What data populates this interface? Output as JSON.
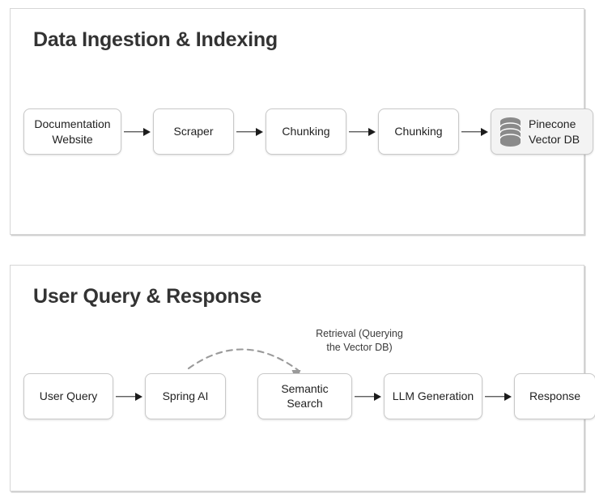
{
  "diagram": {
    "panels": [
      {
        "id": "ingestion",
        "title": "Data Ingestion & Indexing",
        "nodes": [
          {
            "label": "Documentation Website",
            "line1": "Documentation",
            "line2": "Website",
            "icon": null
          },
          {
            "label": "Scraper",
            "line1": "Scraper",
            "line2": "",
            "icon": null
          },
          {
            "label": "Chunking",
            "line1": "Chunking",
            "line2": "",
            "icon": null
          },
          {
            "label": "Chunking",
            "line1": "Chunking",
            "line2": "",
            "icon": null
          },
          {
            "label": "Pinecone Vector DB",
            "line1": "Pinecone",
            "line2": "Vector DB",
            "icon": "database-icon"
          }
        ]
      },
      {
        "id": "query",
        "title": "User Query & Response",
        "nodes": [
          {
            "label": "User Query",
            "line1": "User Query",
            "line2": "",
            "icon": null
          },
          {
            "label": "Spring AI",
            "line1": "Spring AI",
            "line2": "",
            "icon": null
          },
          {
            "label": "Semantic Search",
            "line1": "Semantic Search",
            "line2": "",
            "icon": null
          },
          {
            "label": "LLM Generation",
            "line1": "LLM Generation",
            "line2": "",
            "icon": null
          },
          {
            "label": "Response",
            "line1": "Response",
            "line2": "",
            "icon": null
          }
        ],
        "annotation": {
          "line1": "Retrieval (Querying",
          "line2": "the Vector DB)",
          "style": "dashed-curved-arrow"
        }
      }
    ],
    "colors": {
      "panel_border": "#d6d6d6",
      "node_border": "#c9c9c9",
      "node_fill": "#ffffff",
      "node_fill_highlight": "#f3f3f3",
      "arrow": "#1c1c1c",
      "dashed_arrow": "#9a9a9a",
      "title_text": "#333333",
      "node_text": "#222222",
      "database_icon": "#8a8a8a",
      "background": "#ffffff"
    }
  }
}
